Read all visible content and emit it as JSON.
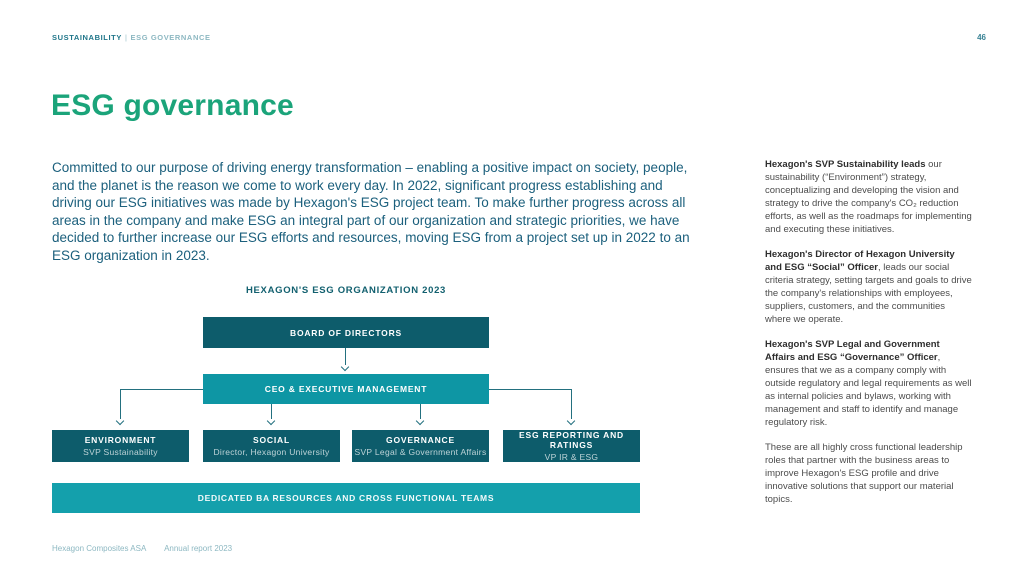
{
  "header": {
    "breadcrumb_section": "SUSTAINABILITY",
    "breadcrumb_divider": "|",
    "breadcrumb_page": "ESG GOVERNANCE",
    "page_number": "46"
  },
  "title": "ESG governance",
  "intro": "Committed to our purpose of driving energy transformation – enabling a positive impact on society, people, and the planet is the reason we come to work every day. In 2022, significant progress establishing and driving our ESG initiatives was made by Hexagon's ESG project team. To make further progress across all areas in the company and make ESG an integral part of our organization and strategic priorities, we have decided to further increase our ESG efforts and resources, moving ESG from a project set up in 2022 to an ESG organization in 2023.",
  "sidebar": {
    "paragraphs": [
      {
        "bold": "Hexagon's SVP Sustainability leads",
        "rest": " our sustain­ability (“Environment”) strategy, conceptualizing and developing the vision and strategy to drive the company's CO₂ reduction efforts, as well as the roadmaps for implementing and executing these initiatives."
      },
      {
        "bold": "Hexagon's Director of Hexagon University and ESG “Social” Officer",
        "rest": ", leads our social criteria strategy, setting targets and goals to drive the company's relationships with employees, suppliers, customers, and the communities where we operate."
      },
      {
        "bold": "Hexagon's SVP Legal and Government Affairs and ESG “Governance” Officer",
        "rest": ", ensures that we as a company comply with outside regulatory and legal requirements as well as internal policies and bylaws, working with management and staff to identify and manage regulatory risk."
      },
      {
        "bold": "",
        "rest": "These are all highly cross functional leadership roles that partner with the business areas to improve Hexagon's ESG profile and drive innovative solutions that support our material topics."
      }
    ]
  },
  "org_chart": {
    "title": "HEXAGON'S ESG ORGANIZATION 2023",
    "board": "BOARD OF DIRECTORS",
    "ceo": "CEO & EXECUTIVE MANAGEMENT",
    "units": [
      {
        "title": "ENVIRONMENT",
        "subtitle": "SVP Sustainability"
      },
      {
        "title": "SOCIAL",
        "subtitle": "Director, Hexagon University"
      },
      {
        "title": "GOVERNANCE",
        "subtitle": "SVP Legal & Government Affairs"
      },
      {
        "title": "ESG REPORTING AND RATINGS",
        "subtitle": "VP IR & ESG"
      }
    ],
    "bar": "DEDICATED BA RESOURCES AND CROSS FUNCTIONAL TEAMS",
    "colors": {
      "dark_box": "#0d5c6b",
      "teal_box": "#0e96a4",
      "bar": "#14a0ac",
      "connector": "#23707f"
    }
  },
  "footer": {
    "company": "Hexagon Composites ASA",
    "report": "Annual report 2023"
  }
}
